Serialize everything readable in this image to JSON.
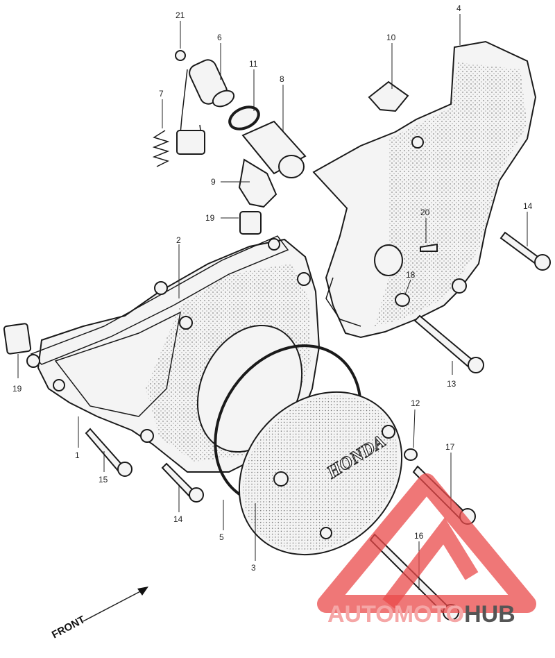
{
  "labels": {
    "l1": "1",
    "l2": "2",
    "l3": "3",
    "l4": "4",
    "l5": "5",
    "l6": "6",
    "l7": "7",
    "l8": "8",
    "l9": "9",
    "l10": "10",
    "l11": "11",
    "l12": "12",
    "l13": "13",
    "l14a": "14",
    "l14b": "14",
    "l15": "15",
    "l16": "16",
    "l17": "17",
    "l18": "18",
    "l19a": "19",
    "l19b": "19",
    "l20": "20",
    "l21": "21"
  },
  "front_label": "FRONT",
  "cover_brand": "HONDA",
  "watermark": {
    "part_a": "AUTOMOTO",
    "part_b": "HUB",
    "color_a": "#f5a6a6",
    "color_b": "#555555",
    "triangle_color": "#e94a4a"
  }
}
